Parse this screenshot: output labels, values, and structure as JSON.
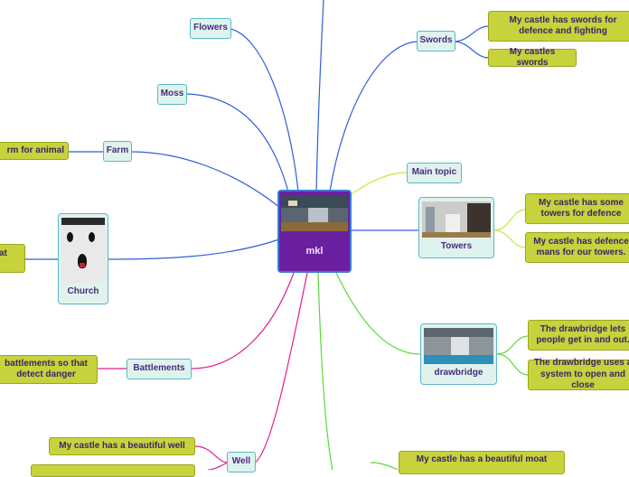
{
  "central": {
    "label": "mkl"
  },
  "topics": {
    "flowers": "Flowers",
    "moss": "Moss",
    "farm": "Farm",
    "church": "Church",
    "battlements": "Battlements",
    "well": "Well",
    "swords": "Swords",
    "main_topic": "Main topic",
    "towers": "Towers",
    "drawbridge": "drawbridge"
  },
  "leaves": {
    "swords_1": "My castle has swords for defence and fighting",
    "swords_2": "My castles swords",
    "towers_1": "My castle has some towers for defence",
    "towers_2": "My castle has defence mans for our towers.",
    "drawbridge_1": "The drawbridge lets people get in and out.",
    "drawbridge_2": "The drawbridge uses a system to open and close",
    "farm_1": "rm for animal",
    "church_1": "at",
    "battlements_1": "battlements so that detect danger",
    "well_1": "My castle has a beautiful well",
    "moat_1": "My castle has a beautiful moat"
  },
  "colors": {
    "central_bg": "#6a1fa0",
    "topic_bg": "#dff3ee",
    "leaf_bg": "#c8d23c",
    "branch_blue": "#2f5fd8",
    "branch_green": "#5ad83a",
    "branch_magenta": "#e0208c",
    "branch_lime": "#c8e83c"
  }
}
